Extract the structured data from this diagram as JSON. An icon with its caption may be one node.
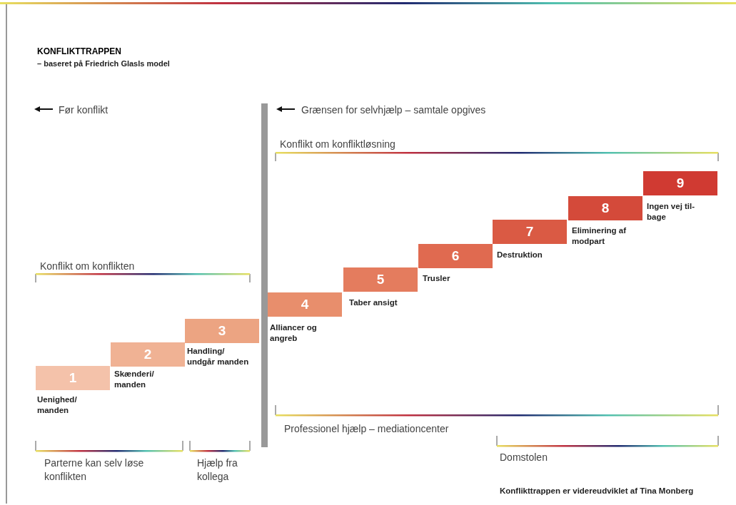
{
  "diagram": {
    "title": "KONFLIKTTRAPPEN",
    "caption": "Konflikttrappen er videreudviklet af Tina Monberg",
    "nodes": [
      {
        "text": [
          "1"
        ],
        "beside": [
          "Uenighed/ manden"
        ]
      },
      {
        "text": [
          "2"
        ],
        "beside": [
          "Skænderi/ manden"
        ]
      },
      {
        "text": [
          "3"
        ],
        "beside": [
          "Handling/ undgår manden"
        ]
      },
      {
        "text": [
          "4"
        ],
        "beside": [
          "Alliancer og angreb"
        ]
      },
      {
        "text": [
          "5"
        ],
        "beside": [
          "Taber ansigt"
        ]
      },
      {
        "text": [
          "6"
        ],
        "beside": [
          "Trusler"
        ]
      },
      {
        "text": [
          "7"
        ],
        "beside": [
          "Destruktion"
        ]
      },
      {
        "text": [
          "8"
        ],
        "beside": [
          "Eliminering af modpart"
        ]
      },
      {
        "text": [
          "9"
        ],
        "beside": [
          "Ingen vej til- bage"
        ]
      }
    ],
    "labels": [
      "– baseret på Friedrich Glasls model",
      "Før konflikt",
      "Grænsen for selvhjælp – samtale opgives",
      "Konflikt om konfliktløsning",
      "Konflikt om konflikten",
      "Professionel hjælp – mediationcenter",
      "Parterne kan selv løse konflikten",
      "Hjælp fra kollega",
      "Domstolen"
    ]
  }
}
